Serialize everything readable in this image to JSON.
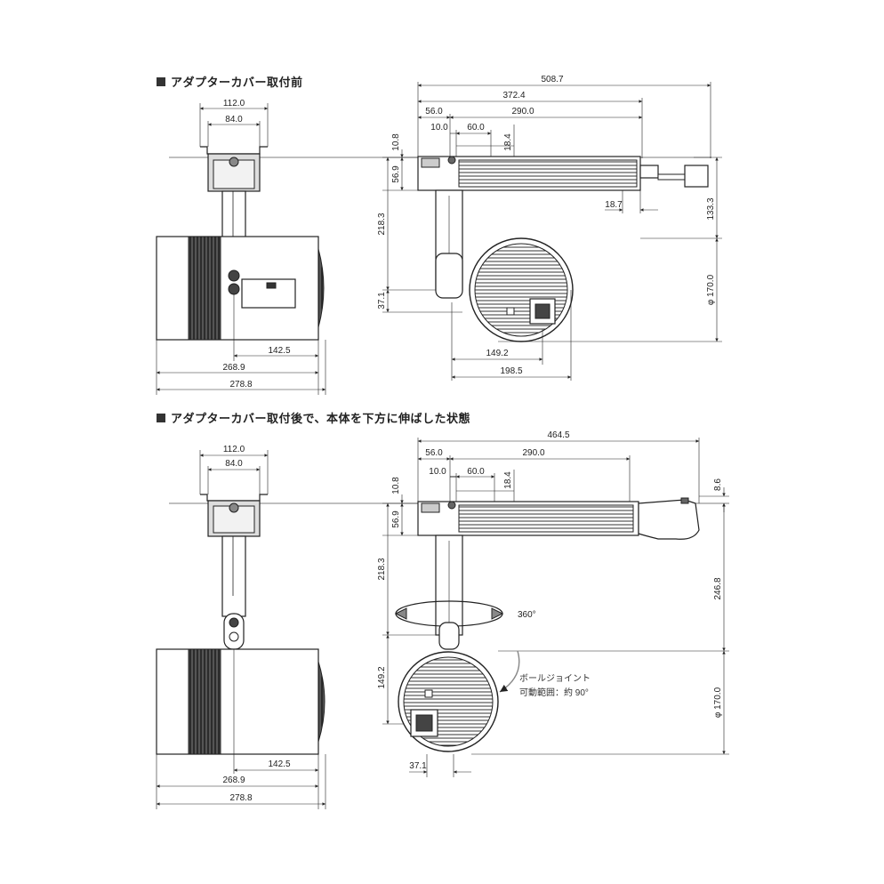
{
  "headings": {
    "before": "アダプターカバー取付前",
    "after": "アダプターカバー取付後で、本体を下方に伸ばした状態"
  },
  "top": {
    "front": {
      "w112": "112.0",
      "w84": "84.0",
      "d142": "142.5",
      "d268": "268.9",
      "d278": "278.8"
    },
    "side": {
      "d508": "508.7",
      "d372": "372.4",
      "d56": "56.0",
      "d290": "290.0",
      "d10": "10.0",
      "d60": "60.0",
      "d18_4": "18.4",
      "d10_8": "10.8",
      "d56_9": "56.9",
      "d218": "218.3",
      "d37": "37.1",
      "d18_7": "18.7",
      "d133": "133.3",
      "dphi": "φ 170.0",
      "d149": "149.2",
      "d198": "198.5"
    }
  },
  "bottom": {
    "front": {
      "w112": "112.0",
      "w84": "84.0",
      "d142": "142.5",
      "d268": "268.9",
      "d278": "278.8"
    },
    "side": {
      "d464": "464.5",
      "d56": "56.0",
      "d290": "290.0",
      "d10": "10.0",
      "d60": "60.0",
      "d18_4": "18.4",
      "d10_8": "10.8",
      "d8_6": "8.6",
      "d56_9": "56.9",
      "d218": "218.3",
      "d149": "149.2",
      "d246": "246.8",
      "dphi": "φ 170.0",
      "d37": "37.1",
      "rot": "360°",
      "ball1": "ボールジョイント",
      "ball2": "可動範囲：約 90°"
    }
  }
}
